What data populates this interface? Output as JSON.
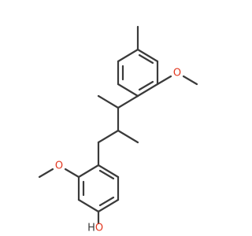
{
  "structure": {
    "atoms": {
      "upper_o": "O",
      "lower_o": "O",
      "hydroxyl_o": "O",
      "hydroxyl_h": "H"
    },
    "colors": {
      "bond": "#3a3a3a",
      "oxygen": "#e2371f",
      "hydrogen": "#3a3a3a",
      "background": "#ffffff"
    }
  }
}
